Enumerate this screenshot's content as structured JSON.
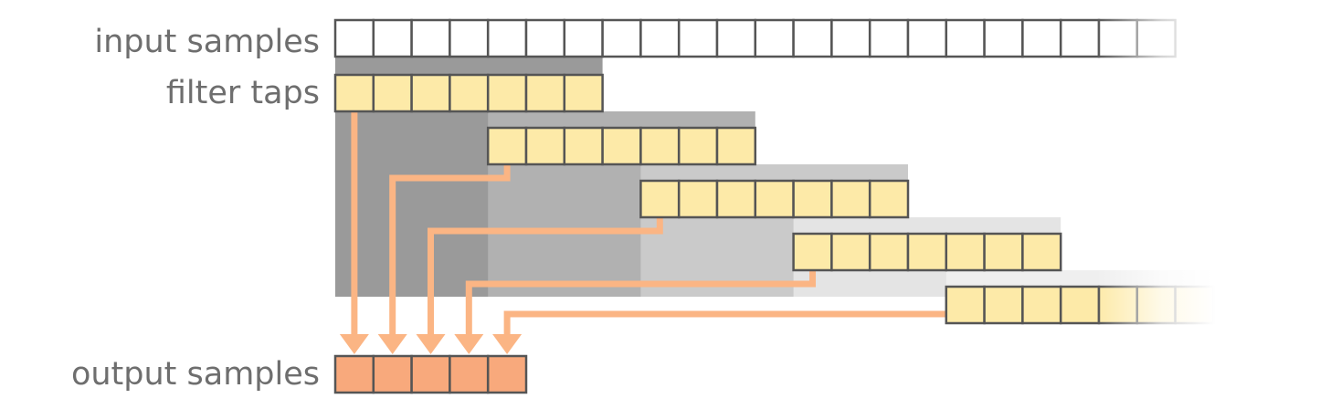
{
  "labels": {
    "input": "input samples",
    "filter": "filter taps",
    "output": "output samples"
  },
  "diagram": {
    "input_sample_count": 22,
    "taps_per_filter": 7,
    "filter_positions": 5,
    "output_sample_count": 5
  },
  "colors": {
    "text": "#6e6e6e",
    "cell_border": "#555555",
    "input_fill": "#ffffff",
    "filter_fill": "#fdeaa8",
    "output_fill": "#f8a97c",
    "arrow": "#fbb584",
    "shade_levels": [
      "#9a9a9a",
      "#b1b1b1",
      "#cacaca",
      "#e4e4e4",
      "#efefef"
    ]
  }
}
